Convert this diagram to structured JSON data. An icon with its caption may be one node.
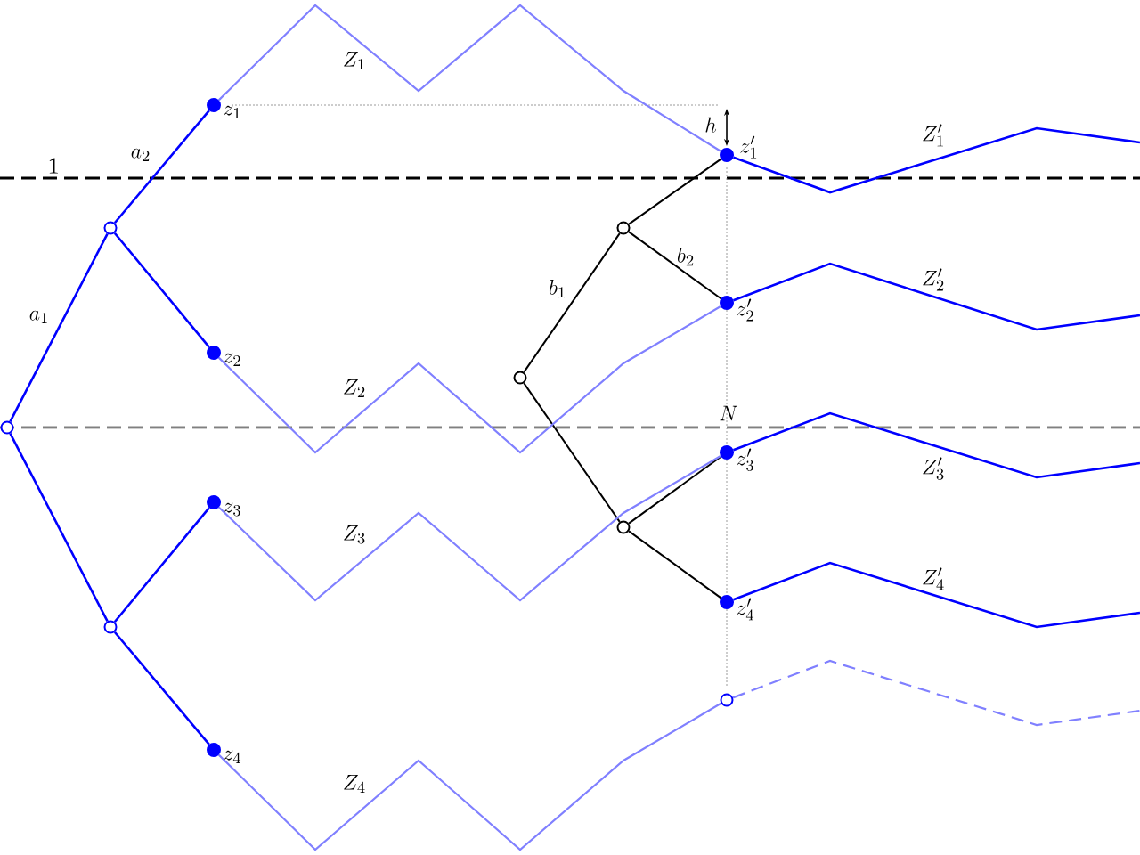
{
  "diagram": {
    "nodes": [
      {
        "text": [],
        "shape": "circle"
      },
      {
        "text": [],
        "shape": "circle"
      },
      {
        "text": [],
        "shape": "circle"
      },
      {
        "text": [],
        "shape": "circle",
        "beside": [
          "z_1"
        ]
      },
      {
        "text": [],
        "shape": "circle",
        "beside": [
          "z_2"
        ]
      },
      {
        "text": [],
        "shape": "circle",
        "beside": [
          "z_3"
        ]
      },
      {
        "text": [],
        "shape": "circle",
        "beside": [
          "z_4"
        ]
      },
      {
        "text": [],
        "shape": "circle"
      },
      {
        "text": [],
        "shape": "circle"
      },
      {
        "text": [],
        "shape": "circle"
      },
      {
        "text": [],
        "shape": "circle",
        "beside": [
          "z'_1"
        ]
      },
      {
        "text": [],
        "shape": "circle",
        "beside": [
          "z'_2"
        ]
      },
      {
        "text": [],
        "shape": "circle",
        "beside": [
          "z'_3"
        ]
      },
      {
        "text": [],
        "shape": "circle",
        "beside": [
          "z'_4"
        ]
      },
      {
        "text": [],
        "shape": "circle"
      }
    ],
    "edges": [
      {
        "from": 0,
        "to": 1,
        "arrow": "none",
        "label": "a_1",
        "color": "#0000ff"
      },
      {
        "from": 1,
        "to": 3,
        "arrow": "none",
        "label": "a_2",
        "color": "#0000ff"
      },
      {
        "from": 1,
        "to": 4,
        "arrow": "none",
        "color": "#0000ff"
      },
      {
        "from": 0,
        "to": 2,
        "arrow": "none",
        "color": "#0000ff"
      },
      {
        "from": 2,
        "to": 5,
        "arrow": "none",
        "color": "#0000ff"
      },
      {
        "from": 2,
        "to": 6,
        "arrow": "none",
        "color": "#0000ff"
      },
      {
        "from": 7,
        "to": 8,
        "arrow": "none",
        "label": "b_1",
        "color": "#000000"
      },
      {
        "from": 8,
        "to": 10,
        "arrow": "none",
        "color": "#000000"
      },
      {
        "from": 8,
        "to": 11,
        "arrow": "none",
        "label": "b_2",
        "color": "#000000"
      },
      {
        "from": 7,
        "to": 9,
        "arrow": "none",
        "color": "#000000"
      },
      {
        "from": 9,
        "to": 12,
        "arrow": "none",
        "color": "#000000"
      },
      {
        "from": 9,
        "to": 13,
        "arrow": "none",
        "color": "#000000"
      },
      {
        "from": 3,
        "to": 10,
        "arrow": "none",
        "label": "Z_1",
        "color": "#8080ff"
      },
      {
        "from": 4,
        "to": 11,
        "arrow": "none",
        "label": "Z_2",
        "color": "#8080ff"
      },
      {
        "from": 5,
        "to": 12,
        "arrow": "none",
        "label": "Z_3",
        "color": "#8080ff"
      },
      {
        "from": 6,
        "to": 14,
        "arrow": "none",
        "label": "Z_4",
        "color": "#8080ff"
      },
      {
        "from": 10,
        "to": null,
        "arrow": "none",
        "label": "Z'_1",
        "color": "#0000ff"
      },
      {
        "from": 11,
        "to": null,
        "arrow": "none",
        "label": "Z'_2",
        "color": "#0000ff"
      },
      {
        "from": 12,
        "to": null,
        "arrow": "none",
        "label": "Z'_3",
        "color": "#0000ff"
      },
      {
        "from": 13,
        "to": null,
        "arrow": "none",
        "label": "Z'_4",
        "color": "#0000ff"
      },
      {
        "from": 14,
        "to": null,
        "arrow": "none",
        "style": "dashed",
        "color": "#8080ff"
      }
    ],
    "labels": [
      "1",
      "N",
      "h"
    ]
  }
}
